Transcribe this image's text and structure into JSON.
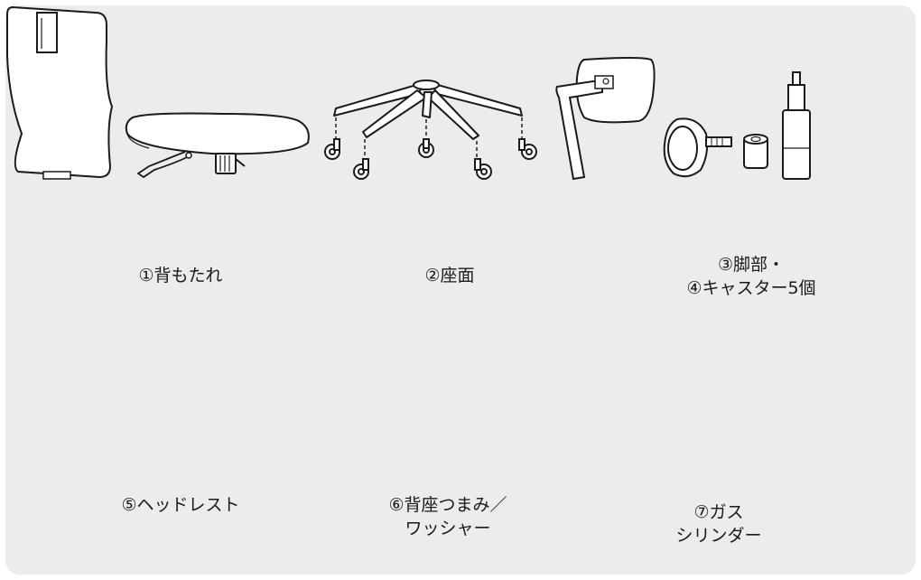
{
  "parts": [
    {
      "id": "backrest",
      "lines": [
        "①背もたれ"
      ]
    },
    {
      "id": "seat",
      "lines": [
        "②座面"
      ]
    },
    {
      "id": "base-casters",
      "lines": [
        "③脚部・",
        "④キャスター5個"
      ]
    },
    {
      "id": "headrest",
      "lines": [
        "⑤ヘッドレスト"
      ]
    },
    {
      "id": "knob-washer",
      "lines": [
        "⑥背座つまみ／",
        "ワッシャー"
      ]
    },
    {
      "id": "gas-cylinder",
      "lines": [
        "⑦ガス",
        "シリンダー"
      ]
    }
  ]
}
